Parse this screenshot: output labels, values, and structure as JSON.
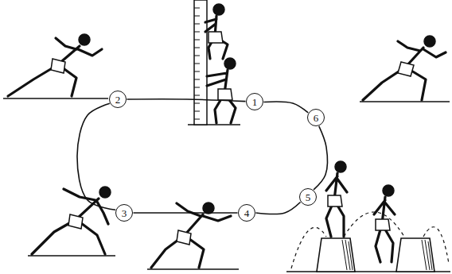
{
  "diagram": {
    "nodes": [
      {
        "text": [
          "1"
        ]
      },
      {
        "text": [
          "2"
        ]
      },
      {
        "text": [
          "3"
        ]
      },
      {
        "text": [
          "4"
        ]
      },
      {
        "text": [
          "5"
        ]
      },
      {
        "text": [
          "6"
        ]
      }
    ],
    "edges": [
      {
        "from": 0,
        "to": 5,
        "arrow": "none"
      },
      {
        "from": 5,
        "to": 4,
        "arrow": "none"
      },
      {
        "from": 4,
        "to": 3,
        "arrow": "none"
      },
      {
        "from": 3,
        "to": 2,
        "arrow": "none"
      },
      {
        "from": 2,
        "to": 1,
        "arrow": "none"
      },
      {
        "from": 1,
        "to": 0,
        "arrow": "none"
      }
    ]
  }
}
